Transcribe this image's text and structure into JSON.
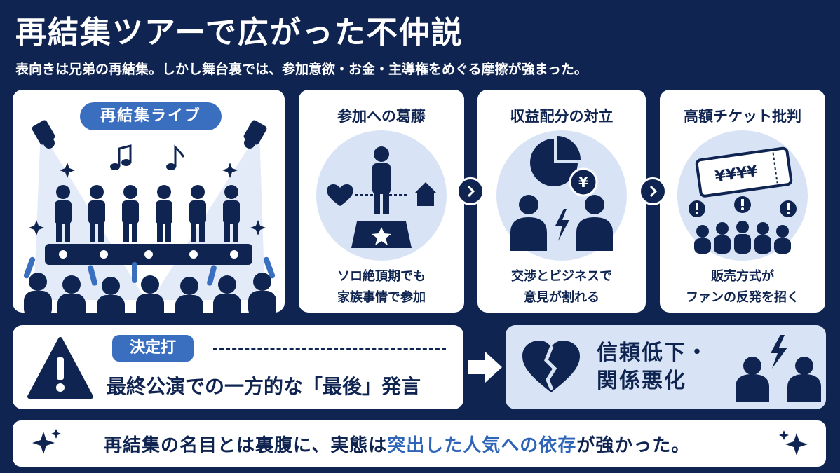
{
  "header": {
    "title": "再結集ツアーで広がった不仲説",
    "subtitle": "表向きは兄弟の再結集。しかし舞台裏では、参加意欲・お金・主導権をめぐる摩擦が強まった。"
  },
  "live_card": {
    "label": "再結集ライブ",
    "icons": [
      "spotlight-icon",
      "music-note-icon",
      "sparkle-icon",
      "band-member-icon",
      "stage-icon",
      "audience-icon",
      "glowstick-icon"
    ]
  },
  "cards": [
    {
      "title": "参加への葛藤",
      "desc_line1": "ソロ絶頂期でも",
      "desc_line2": "家族事情で参加",
      "icons": [
        "heart-icon",
        "person-icon",
        "house-icon",
        "star-podium-icon"
      ]
    },
    {
      "title": "収益配分の対立",
      "desc_line1": "交渉とビジネスで",
      "desc_line2": "意見が割れる",
      "icons": [
        "pie-chart-icon",
        "yen-coin-icon",
        "arguing-people-icon",
        "lightning-icon"
      ]
    },
    {
      "title": "高額チケット批判",
      "desc_line1": "販売方式が",
      "desc_line2": "ファンの反発を招く",
      "ticket_text": "¥¥¥¥",
      "icons": [
        "ticket-icon",
        "exclamation-icon",
        "crowd-icon"
      ]
    }
  ],
  "decisive": {
    "badge": "決定打",
    "text": "最終公演での一方的な「最後」発言",
    "icon": "warning-icon"
  },
  "result": {
    "line1": "信頼低下・",
    "line2": "関係悪化",
    "icons": [
      "broken-heart-icon",
      "conflict-people-icon"
    ]
  },
  "footer": {
    "text_before": "再結集の名目とは裏腹に、実態は",
    "highlight": "突出した人気への依存",
    "text_after": "が強かった。"
  },
  "colors": {
    "background": "#0f2450",
    "accent": "#3a6fc0",
    "highlight": "#2f65b8",
    "light_panel": "#d8e4f6"
  }
}
